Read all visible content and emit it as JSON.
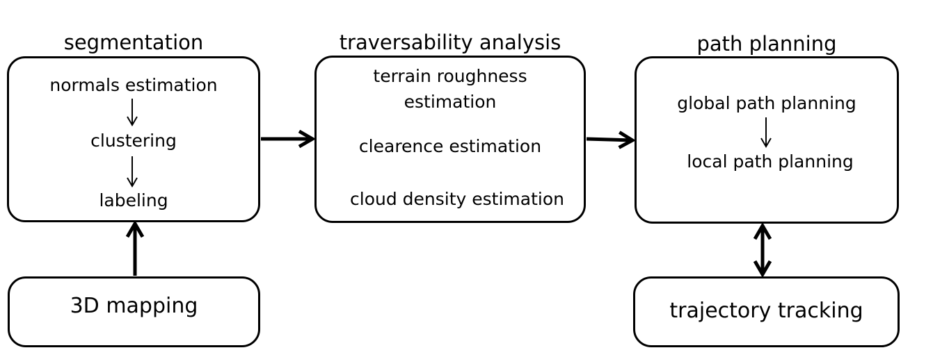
{
  "segmentation": {
    "title": "segmentation",
    "step_1": "normals estimation",
    "step_2": "clustering",
    "step_3": "labeling"
  },
  "traversability": {
    "title": "traversability analysis",
    "item_1_line_1": "terrain roughness",
    "item_1_line_2": "estimation",
    "item_2": "clearence estimation",
    "item_3": "cloud density estimation"
  },
  "path_planning": {
    "title": "path planning",
    "step_1": "global path planning",
    "step_2": "local path planning"
  },
  "mapping": {
    "label": "3D mapping"
  },
  "tracking": {
    "label": "trajectory tracking"
  }
}
